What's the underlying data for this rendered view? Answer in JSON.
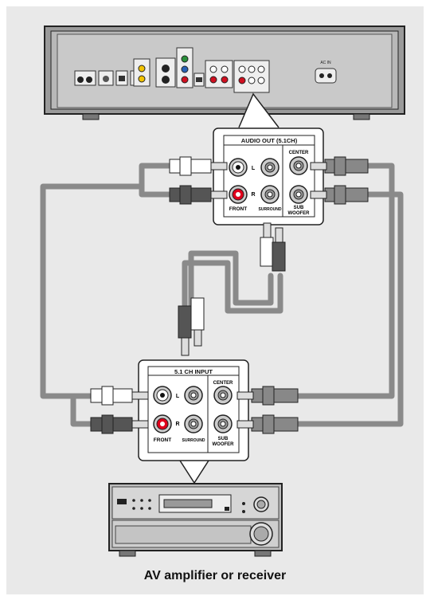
{
  "player": {
    "panel_label": "AUDIO OUT (5.1CH)",
    "ac_in_label": "AC IN",
    "labels": {
      "l": "L",
      "r": "R",
      "front": "FRONT",
      "surround": "SURROUND",
      "center": "CENTER",
      "sub": "SUB",
      "woofer": "WOOFER"
    }
  },
  "amplifier": {
    "panel_label": "5.1 CH INPUT",
    "labels": {
      "l": "L",
      "r": "R",
      "front": "FRONT",
      "surround": "SURROUND",
      "center": "CENTER",
      "sub": "SUB",
      "woofer": "WOOFER"
    }
  },
  "caption": "AV amplifier or receiver",
  "colors": {
    "background": "#e9e9e9",
    "cable": "#8a8a8a",
    "white_jack": "#ffffff",
    "red_jack": "#e0001b",
    "device_body": "#cfcfcf",
    "dark_plug": "#555555"
  }
}
